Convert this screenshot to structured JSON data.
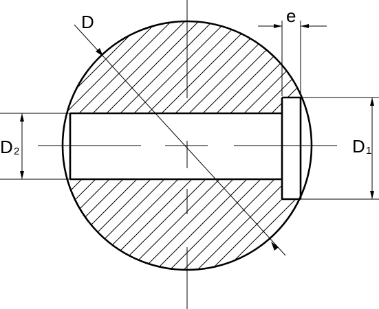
{
  "labels": {
    "diameter": "D",
    "offset": "e",
    "d1_main": "D",
    "d1_sub": "1",
    "d2_main": "D",
    "d2_sub": "2"
  },
  "colors": {
    "stroke": "#000000",
    "background": "#ffffff"
  }
}
